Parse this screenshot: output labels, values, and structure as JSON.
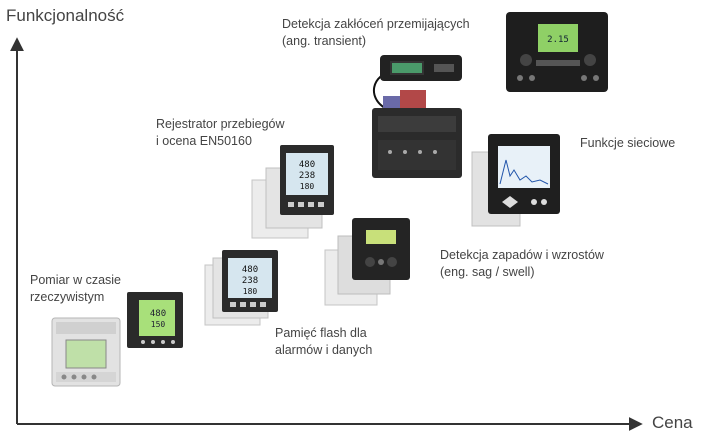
{
  "axes": {
    "y_title": "Funkcjonalność",
    "x_title": "Cena"
  },
  "features": [
    {
      "id": "realtime",
      "lines": [
        "Pomiar w czasie",
        "rzeczywistym"
      ]
    },
    {
      "id": "flash",
      "lines": [
        "Pamięć flash dla",
        "alarmów i danych"
      ]
    },
    {
      "id": "waveform",
      "lines": [
        "Rejestrator przebiegów",
        "i ocena EN50160"
      ]
    },
    {
      "id": "sagswell",
      "lines": [
        "Detekcja zapadów i wzrostów",
        "(eng. sag / swell)"
      ]
    },
    {
      "id": "transient",
      "lines": [
        "Detekcja zakłóceń przemijających",
        "(ang. transient)"
      ]
    },
    {
      "id": "network",
      "lines": [
        "Funkcje sieciowe"
      ]
    }
  ],
  "devices": [
    {
      "name": "din-rail-meter-icon"
    },
    {
      "name": "panel-meter-small-icon"
    },
    {
      "name": "panel-meter-stack-flash-icon"
    },
    {
      "name": "panel-meter-stack-waveform-icon"
    },
    {
      "name": "panel-meter-stack-sagswell-icon"
    },
    {
      "name": "graphic-display-meter-icon"
    },
    {
      "name": "modular-meter-with-display-icon"
    },
    {
      "name": "premium-meter-icon"
    }
  ],
  "colors": {
    "axis": "#333333",
    "lcd_green": "#9fe07a",
    "lcd_blue": "#cfe3f0",
    "bezel": "#222222"
  }
}
